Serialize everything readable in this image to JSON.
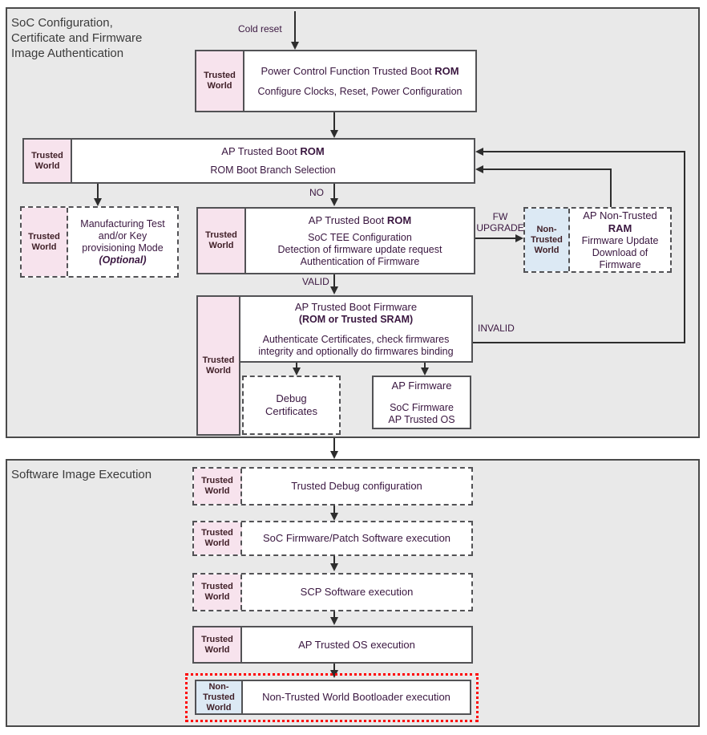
{
  "colors": {
    "section_background": "#e9e9e9",
    "section_border": "#4a4a4a",
    "box_border": "#525255",
    "trusted_world_background": "#f7e3ed",
    "non_trusted_world_background": "#dce9f4",
    "box_text": "#3a1740",
    "world_label_text": "#402028",
    "section_title_text": "#3b3b3b",
    "highlight_outline": "#ff0000",
    "arrow_color": "#2d2d2d"
  },
  "section1": {
    "title_lines": [
      "SoC Configuration,",
      "Certificate and Firmware",
      "Image Authentication"
    ],
    "cold_reset_label": "Cold reset",
    "no_label": "NO",
    "valid_label": "VALID",
    "invalid_label": "INVALID",
    "fw_upgrade_lines": [
      "FW",
      "UPGRADE"
    ],
    "power_box": {
      "world": "Trusted World",
      "title": "Power Control Function Trusted Boot ",
      "title_bold": "ROM",
      "subtitle": "Configure Clocks, Reset, Power Configuration"
    },
    "ap_boot_rom_box": {
      "world": "Trusted World",
      "title": "AP Trusted Boot ",
      "title_bold": "ROM",
      "subtitle": "ROM Boot Branch Selection"
    },
    "mfg_box": {
      "world": "Trusted World",
      "lines": [
        "Manufacturing Test",
        "and/or Key",
        "provisioning Mode"
      ],
      "optional": "(Optional)"
    },
    "ap_boot_rom2_box": {
      "world": "Trusted World",
      "title": "AP Trusted Boot ",
      "title_bold": "ROM",
      "lines": [
        "SoC TEE Configuration",
        "Detection of firmware update request",
        "Authentication of Firmware"
      ]
    },
    "ram_box": {
      "world": "Non-Trusted World",
      "title": "AP Non-Trusted",
      "title_bold": "RAM",
      "lines": [
        "Firmware Update",
        "Download of Firmware"
      ]
    },
    "fw_boot_box": {
      "world": "Trusted World",
      "title": "AP Trusted Boot Firmware",
      "subtitle_bold": "(ROM or Trusted SRAM)",
      "lines": [
        "Authenticate Certificates, check firmwares",
        "integrity and optionally do firmwares binding"
      ]
    },
    "debug_certs_box": {
      "lines": [
        "Debug",
        "Certificates"
      ]
    },
    "ap_firmware_box": {
      "title": "AP Firmware",
      "lines": [
        "SoC Firmware",
        "AP Trusted OS"
      ]
    }
  },
  "section2": {
    "title": "Software Image Execution",
    "rows": [
      {
        "world": "Trusted World",
        "label": "Trusted Debug configuration"
      },
      {
        "world": "Trusted World",
        "label": "SoC Firmware/Patch Software execution"
      },
      {
        "world": "Trusted World",
        "label": "SCP Software execution"
      },
      {
        "world": "Trusted World",
        "label": "AP Trusted OS execution"
      },
      {
        "world": "Non-Trusted World",
        "label": "Non-Trusted World Bootloader execution"
      }
    ]
  }
}
